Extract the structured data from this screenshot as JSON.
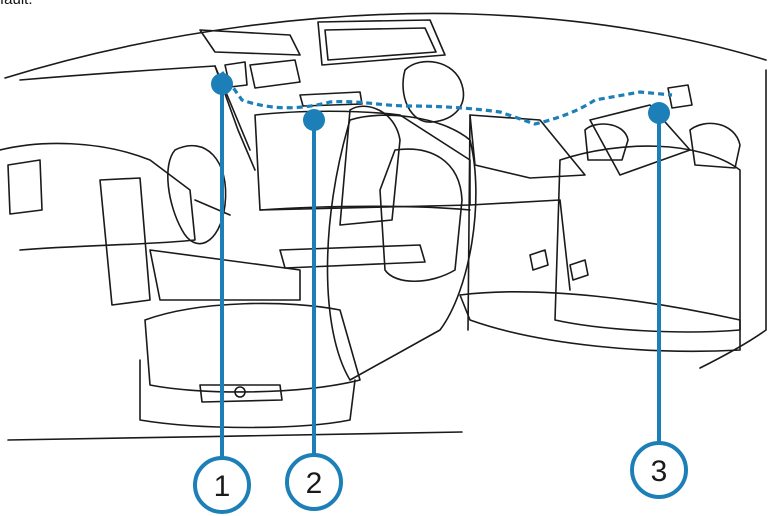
{
  "top_text": "fault.",
  "callouts": [
    {
      "label": "1"
    },
    {
      "label": "2"
    },
    {
      "label": "3"
    }
  ],
  "colors": {
    "line_art": "#1a1a1a",
    "callout_blue": "#1d7fb8",
    "cable_blue": "#1d7fb8"
  }
}
